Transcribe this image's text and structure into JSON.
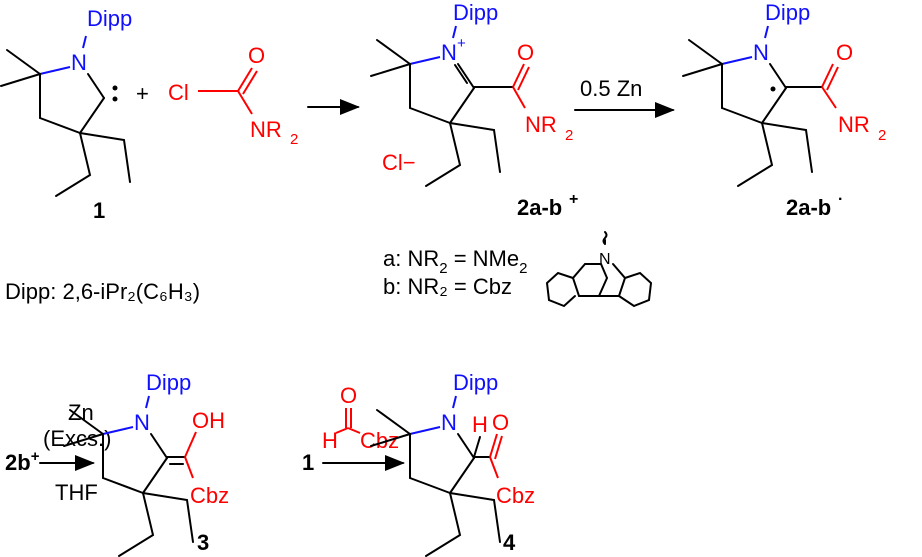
{
  "colors": {
    "nitrogen": "#1010ff",
    "reagent": "#ff0000",
    "bond": "#000000"
  },
  "labels": {
    "dipp": "Dipp",
    "n": "N",
    "n_plus": "N+",
    "plus": "+",
    "cl": "Cl",
    "o": "O",
    "nr2": "NR",
    "sub2": "2",
    "cl_minus": "Cl−",
    "oh": "OH",
    "cbz": "Cbz",
    "h": "H"
  },
  "compounds": {
    "c1": "1",
    "c2": "2a-b",
    "c2_sup": "+",
    "c2r": "2a-b",
    "c2r_sup": "·",
    "c3": "3",
    "c4": "4",
    "c2b": "2b",
    "c2b_sup": "+",
    "c1b": "1"
  },
  "conditions": {
    "zn_half": "0.5 Zn",
    "zn": "Zn",
    "excs": "(Excs.)",
    "thf": "THF"
  },
  "legend": {
    "a": "a: NR",
    "a_rest": " = NMe",
    "b": "b: NR",
    "b_rest": " = Cbz",
    "dipp_def": "Dipp: 2,6-iPr",
    "dipp_def2": "(C",
    "dipp_def3": "H",
    "dipp_def4": ")",
    "six": "6",
    "three": "3"
  }
}
